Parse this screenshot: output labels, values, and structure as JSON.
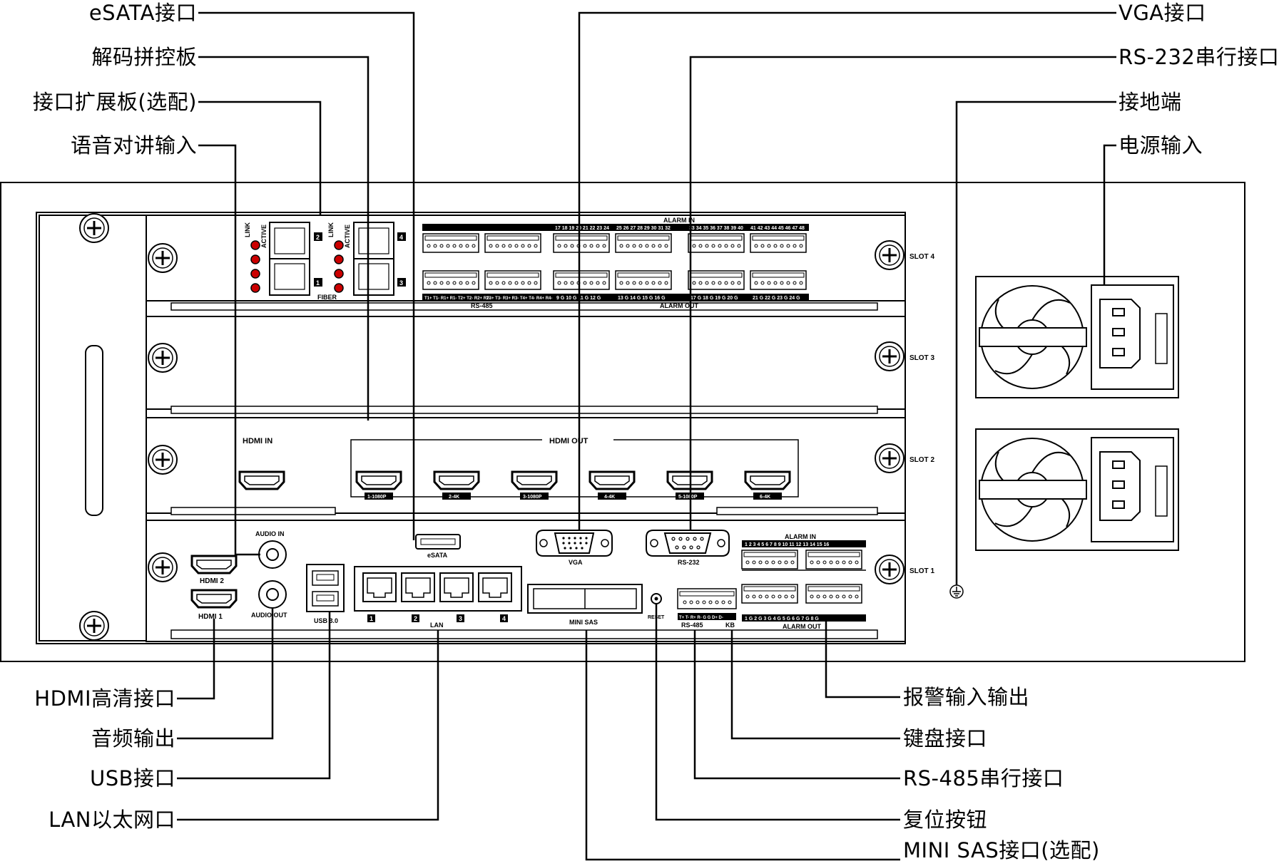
{
  "callouts_left_top": [
    {
      "id": "esata",
      "text": "eSATA接口"
    },
    {
      "id": "decode",
      "text": "解码拼控板"
    },
    {
      "id": "ext",
      "text": "接口扩展板(选配)"
    },
    {
      "id": "voice",
      "text": "语音对讲输入"
    }
  ],
  "callouts_right_top": [
    {
      "id": "vga",
      "text": "VGA接口"
    },
    {
      "id": "rs232",
      "text": "RS-232串行接口"
    },
    {
      "id": "ground",
      "text": "接地端"
    },
    {
      "id": "power",
      "text": "电源输入"
    }
  ],
  "callouts_left_bottom": [
    {
      "id": "hdmi",
      "text": "HDMI高清接口"
    },
    {
      "id": "audio",
      "text": "音频输出"
    },
    {
      "id": "usb",
      "text": "USB接口"
    },
    {
      "id": "lan",
      "text": "LAN以太网口"
    }
  ],
  "callouts_right_bottom": [
    {
      "id": "alarm",
      "text": "报警输入输出"
    },
    {
      "id": "kb",
      "text": "键盘接口"
    },
    {
      "id": "rs485",
      "text": "RS-485串行接口"
    },
    {
      "id": "reset",
      "text": "复位按钮"
    },
    {
      "id": "minisas",
      "text": "MINI SAS接口(选配)"
    }
  ],
  "slots": [
    "SLOT 4",
    "SLOT 3",
    "SLOT 2",
    "SLOT 1"
  ],
  "slot4": {
    "link": "LINK",
    "active": "ACTIVE",
    "fiber": "FIBER",
    "port_nums": [
      "2",
      "1",
      "4",
      "3"
    ],
    "alarm_in": "ALARM IN",
    "alarm_out": "ALARM OUT",
    "rs485": "RS-485",
    "alarm_in_groups": [
      "17 18 19 20 21 22 23 24",
      "25 26 27 28 29 30 31 32",
      "33 34 35 36 37 38 39 40",
      "41 42 43 44 45 46 47 48"
    ],
    "alarm_out_groups": [
      "9 G 10 G 11 G 12 G",
      "13 G 14 G 15 G 16 G",
      "17 G 18 G 19 G 20 G",
      "21 G 22 G 23 G 24 G"
    ],
    "rs485_groups": [
      "T1+ T1- R1+ R1- T2+ T2- R2+ R2-",
      "T3+ T3- R3+ R3- T4+ T4- R4+ R4-"
    ]
  },
  "slot2": {
    "hdmi_in": "HDMI IN",
    "hdmi_out": "HDMI OUT",
    "out_labels": [
      "1-1080P",
      "2-4K",
      "3-1080P",
      "4-4K",
      "5-1080P",
      "6-4K"
    ]
  },
  "slot1": {
    "audio_in": "AUDIO IN",
    "audio_out": "AUDIO OUT",
    "esata": "eSATA",
    "vga": "VGA",
    "rs232": "RS-232",
    "hdmi2": "HDMI 2",
    "hdmi1": "HDMI 1",
    "usb": "USB 3.0",
    "lan": "LAN",
    "lan_nums": [
      "1",
      "2",
      "3",
      "4"
    ],
    "minisas": "MINI SAS",
    "reset": "RESET",
    "rs485": "RS-485",
    "kb": "KB",
    "alarm_in": "ALARM IN",
    "alarm_out": "ALARM OUT",
    "alarm_in_nums": "1 2 3 4 5 6 7 8   9 10 11 12 13 14 15 16",
    "alarm_out_nums": "1 G 2 G 3 G 4 G   5 G 6 G 7 G 8 G",
    "rs485_pins": "T+ T- R+ R- G G  D+ D-"
  }
}
